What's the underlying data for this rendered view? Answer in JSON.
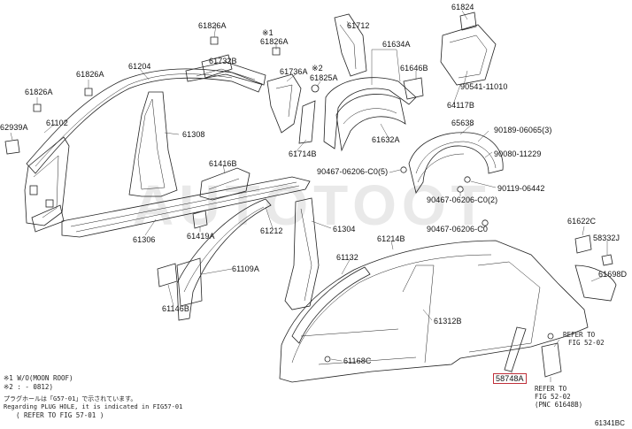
{
  "diagram": {
    "watermark": "AUTOTOOT",
    "part_labels": [
      {
        "id": "l61824",
        "text": "61824"
      },
      {
        "id": "l61712",
        "text": "61712"
      },
      {
        "id": "l61826a_top1",
        "text": "61826A"
      },
      {
        "id": "l61826a_top2",
        "text": "61826A"
      },
      {
        "id": "l61634a",
        "text": "61634A"
      },
      {
        "id": "l61732b",
        "text": "61732B"
      },
      {
        "id": "l61204",
        "text": "61204"
      },
      {
        "id": "l61826a_l1",
        "text": "61826A"
      },
      {
        "id": "l61736a",
        "text": "61736A"
      },
      {
        "id": "l61825a",
        "text": "61825A"
      },
      {
        "id": "l61646b",
        "text": "61646B"
      },
      {
        "id": "l90541",
        "text": "90541-11010"
      },
      {
        "id": "l61826a_l2",
        "text": "61826A"
      },
      {
        "id": "l64117b",
        "text": "64117B"
      },
      {
        "id": "l61102",
        "text": "61102"
      },
      {
        "id": "l62939a",
        "text": "62939A"
      },
      {
        "id": "l65638",
        "text": "65638"
      },
      {
        "id": "l61308",
        "text": "61308"
      },
      {
        "id": "l90189",
        "text": "90189-06065(3)"
      },
      {
        "id": "l61632a",
        "text": "61632A"
      },
      {
        "id": "l90080",
        "text": "90080-11229"
      },
      {
        "id": "l61714b",
        "text": "61714B"
      },
      {
        "id": "l61416b",
        "text": "61416B"
      },
      {
        "id": "l90467_5",
        "text": "90467-06206-C0(5)"
      },
      {
        "id": "l90119",
        "text": "90119-06442"
      },
      {
        "id": "l90467_2",
        "text": "90467-06206-C0(2)"
      },
      {
        "id": "l61622c",
        "text": "61622C"
      },
      {
        "id": "l61212",
        "text": "61212"
      },
      {
        "id": "l61304",
        "text": "61304"
      },
      {
        "id": "l90467_1",
        "text": "90467-06206-C0"
      },
      {
        "id": "l58332j",
        "text": "58332J"
      },
      {
        "id": "l61306",
        "text": "61306"
      },
      {
        "id": "l61419a",
        "text": "61419A"
      },
      {
        "id": "l61214b",
        "text": "61214B"
      },
      {
        "id": "l61132",
        "text": "61132"
      },
      {
        "id": "l61109a",
        "text": "61109A"
      },
      {
        "id": "l61698d",
        "text": "61698D"
      },
      {
        "id": "l61146b",
        "text": "61146B"
      },
      {
        "id": "l61312b",
        "text": "61312B"
      },
      {
        "id": "l61168c",
        "text": "61168C"
      },
      {
        "id": "l58748a",
        "text": "58748A"
      }
    ],
    "marks": [
      {
        "id": "m1",
        "text": "※1"
      },
      {
        "id": "m2",
        "text": "※2"
      }
    ],
    "refer_notes": [
      {
        "id": "r1a",
        "text": "REFER TO"
      },
      {
        "id": "r1b",
        "text": "FIG 52-02"
      },
      {
        "id": "r2a",
        "text": "REFER TO"
      },
      {
        "id": "r2b",
        "text": "FIG 52-02"
      },
      {
        "id": "r2c",
        "text": "(PNC 61648B)"
      }
    ],
    "footnotes": [
      {
        "id": "n1",
        "text": "※1 W/O(MOON ROOF)"
      },
      {
        "id": "n2",
        "text": "※2 :        - 0812)"
      },
      {
        "id": "n3",
        "text": "プラグホールは「G57-01」で示されています。"
      },
      {
        "id": "n4",
        "text": "Regarding PLUG HOLE, it is indicated in FIG57-01"
      },
      {
        "id": "n5",
        "text": "( REFER TO FIG 57-01 )"
      }
    ],
    "figure_code": "61341BC",
    "highlight_color": "#c0303a"
  }
}
